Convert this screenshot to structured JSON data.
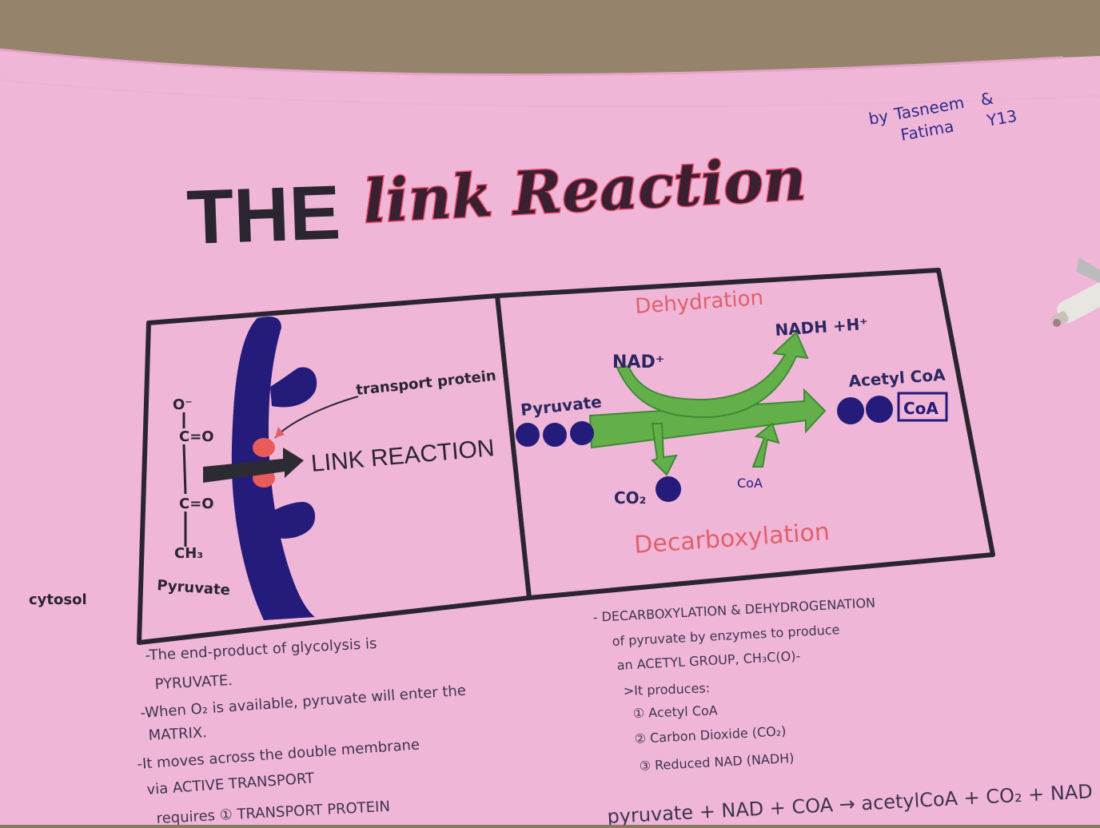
{
  "poster": {
    "author_prefix": "by",
    "author_name_1": "Tasneem",
    "author_amp": "&",
    "author_name_2": "Fatima",
    "author_year": "Y13",
    "title_the": "THE",
    "title_script": "link Reaction"
  },
  "left_panel": {
    "o_minus": "O⁻",
    "c_eq_o_1": "C=O",
    "c_eq_o_2": "C=O",
    "ch3": "CH₃",
    "pyruvate_label": "Pyruvate",
    "transport_protein_label": "transport protein",
    "link_reaction_label": "LINK REACTION",
    "cytosol_label": "cytosol"
  },
  "right_panel": {
    "dehydration": "Dehydration",
    "nad_plus": "NAD⁺",
    "nadh_h": "NADH +H⁺",
    "pyruvate": "Pyruvate",
    "acetyl_coa": "Acetyl CoA",
    "coa_box": "CoA",
    "co2": "CO₂",
    "coa_small": "CoA",
    "decarboxylation": "Decarboxylation"
  },
  "notes_left": [
    "-The end-product of glycolysis is",
    "PYRUVATE.",
    "-When O₂ is available, pyruvate will enter the",
    "MATRIX.",
    "-It moves across the double membrane",
    "via ACTIVE TRANSPORT",
    "requires ① TRANSPORT PROTEIN"
  ],
  "notes_right": [
    "- DECARBOXYLATION & DEHYDROGENATION",
    "of pyruvate by enzymes to produce",
    "an ACETYL GROUP, CH₃C(O)-",
    ">It produces:",
    "① Acetyl CoA",
    "② Carbon Dioxide (CO₂)",
    "③ Reduced NAD (NADH)"
  ],
  "equation": "pyruvate + NAD + COA → acetylCoA + CO₂ + NAD",
  "colors": {
    "paper": "#f0b6d8",
    "table": "#8a7a64",
    "ink": "#2a2530",
    "membrane": "#241b7a",
    "green": "#63b04a",
    "red": "#e0606a",
    "pink_title": "#e84a6a"
  }
}
